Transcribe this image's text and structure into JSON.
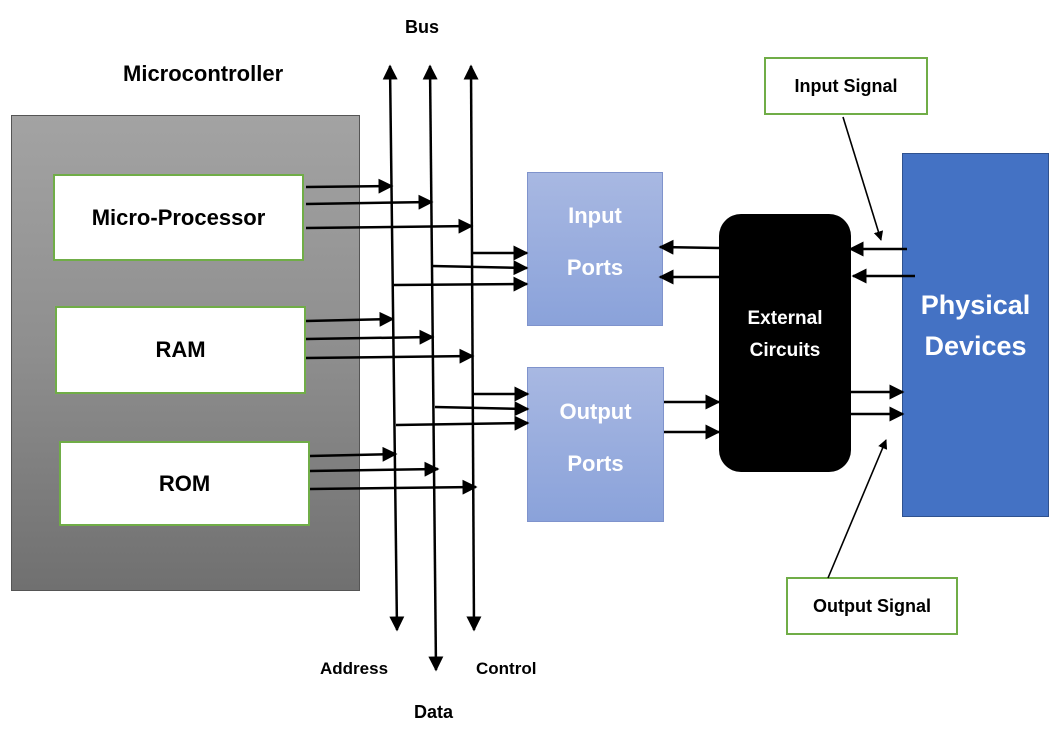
{
  "diagram": {
    "title": "Microcontroller",
    "bus": {
      "title": "Bus",
      "lines": [
        {
          "name": "Address",
          "label": "Address"
        },
        {
          "name": "Data",
          "label": "Data"
        },
        {
          "name": "Control",
          "label": "Control"
        }
      ]
    },
    "components": {
      "microprocessor": "Micro-Processor",
      "ram": "RAM",
      "rom": "ROM"
    },
    "ports": {
      "input": {
        "line1": "Input",
        "line2": "Ports"
      },
      "output": {
        "line1": "Output",
        "line2": "Ports"
      }
    },
    "external_circuits": {
      "line1": "External",
      "line2": "Circuits"
    },
    "physical_devices": {
      "line1": "Physical",
      "line2": "Devices"
    },
    "signals": {
      "input": "Input Signal",
      "output": "Output Signal"
    },
    "colors": {
      "component_border": "#70ad47",
      "port_fill": "#8faadc",
      "physical_devices_fill": "#4472c4",
      "external_circuits_fill": "#000000",
      "microcontroller_fill": "#8e8e8e"
    }
  }
}
